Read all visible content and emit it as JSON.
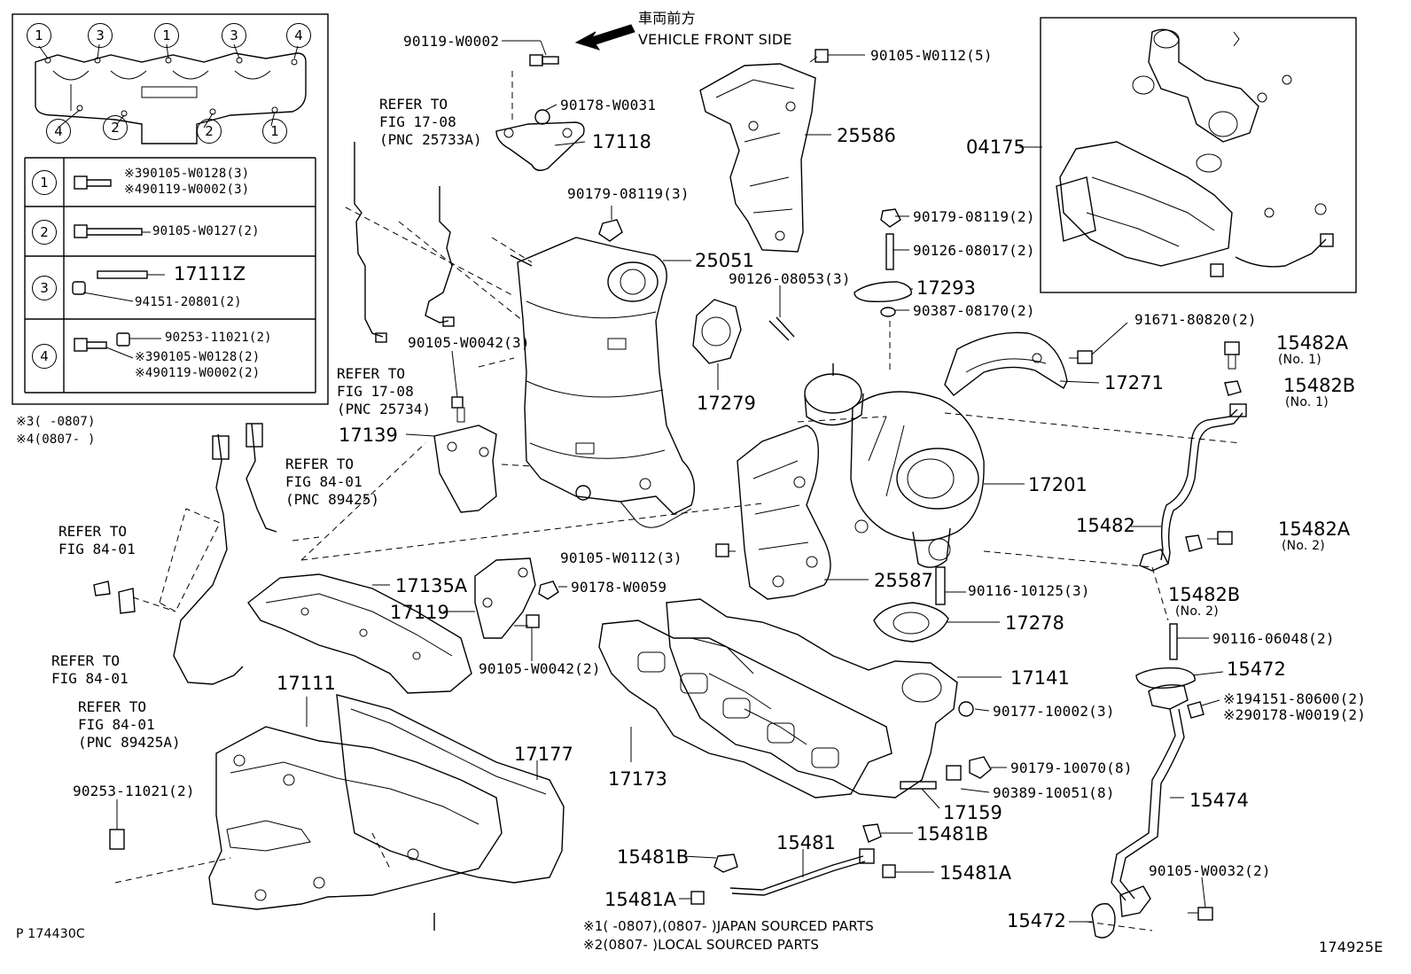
{
  "header": {
    "front_jp": "車両前方",
    "front_en": "VEHICLE FRONT SIDE"
  },
  "inset_table": {
    "top_circles": [
      "1",
      "3",
      "1",
      "3",
      "4"
    ],
    "bottom_circles": [
      "4",
      "2",
      "2",
      "1"
    ],
    "rows": [
      {
        "num": "1",
        "parts": [
          "※390105-W0128(3)",
          "※490119-W0002(3)"
        ]
      },
      {
        "num": "2",
        "parts": [
          "90105-W0127(2)"
        ]
      },
      {
        "num": "3",
        "parts": [
          "17111Z",
          "94151-20801(2)"
        ]
      },
      {
        "num": "4",
        "parts": [
          "90253-11021(2)",
          "※390105-W0128(2)",
          "※490119-W0002(2)"
        ]
      }
    ],
    "notes": [
      "※3(     -0807)",
      "※4(0807-     )"
    ]
  },
  "refs": {
    "r1": "REFER TO\nFIG 17-08\n(PNC 25733A)",
    "r2": "REFER TO\nFIG 17-08\n(PNC 25734)",
    "r3": "REFER TO\nFIG 84-01\n(PNC 89425)",
    "r4": "REFER TO\nFIG 84-01",
    "r5": "REFER TO\nFIG 84-01",
    "r6": "REFER TO\nFIG 84-01\n(PNC 89425A)"
  },
  "labels": {
    "p90119_W0002": "90119-W0002",
    "p90178_W0031": "90178-W0031",
    "p17118": "17118",
    "p90179_08119_a": "90179-08119(3)",
    "p25051": "25051",
    "p90105_W0042_a": "90105-W0042(3)",
    "p17139": "17139",
    "p90105_W0112_5": "90105-W0112(5)",
    "p25586": "25586",
    "p90179_08119_b": "90179-08119(2)",
    "p90126_08017": "90126-08017(2)",
    "p90126_08053": "90126-08053(3)",
    "p17293": "17293",
    "p90387_08170": "90387-08170(2)",
    "p17279": "17279",
    "p04175": "04175",
    "p91671_80820": "91671-80820(2)",
    "p15482A_1": "15482A",
    "p15482A_1n": "(No. 1)",
    "p15482B_1": "15482B",
    "p15482B_1n": "(No. 1)",
    "p17271": "17271",
    "p17201": "17201",
    "p15482": "15482",
    "p15482A_2": "15482A",
    "p15482A_2n": "(No. 2)",
    "p15482B_2": "15482B",
    "p15482B_2n": "(No. 2)",
    "p90105_W0112_3": "90105-W0112(3)",
    "p25587": "25587",
    "p90116_10125": "90116-10125(3)",
    "p17135A": "17135A",
    "p90178_W0059": "90178-W0059",
    "p17119": "17119",
    "p90105_W0042_b": "90105-W0042(2)",
    "p17278": "17278",
    "p90116_06048": "90116-06048(2)",
    "p15472_a": "15472",
    "p17141": "17141",
    "p94151_80600": "※194151-80600(2)",
    "p90178_W0019": "※290178-W0019(2)",
    "p90177_10002": "90177-10002(3)",
    "p17111": "17111",
    "p17177": "17177",
    "p17173": "17173",
    "p90179_10070": "90179-10070(8)",
    "p90389_10051": "90389-10051(8)",
    "p17159": "17159",
    "p15474": "15474",
    "p90253_11021": "90253-11021(2)",
    "p15481B_a": "15481B",
    "p15481": "15481",
    "p15481B_b": "15481B",
    "p15481A_a": "15481A",
    "p15481A_b": "15481A",
    "p90105_W0032": "90105-W0032(2)",
    "p15472_b": "15472"
  },
  "footer": {
    "note1": "※1(     -0807),(0807-      )JAPAN SOURCED PARTS",
    "note2": "※2(0807-      )LOCAL SOURCED PARTS",
    "page_code": "P  174430C",
    "fig_code": "174925E"
  }
}
